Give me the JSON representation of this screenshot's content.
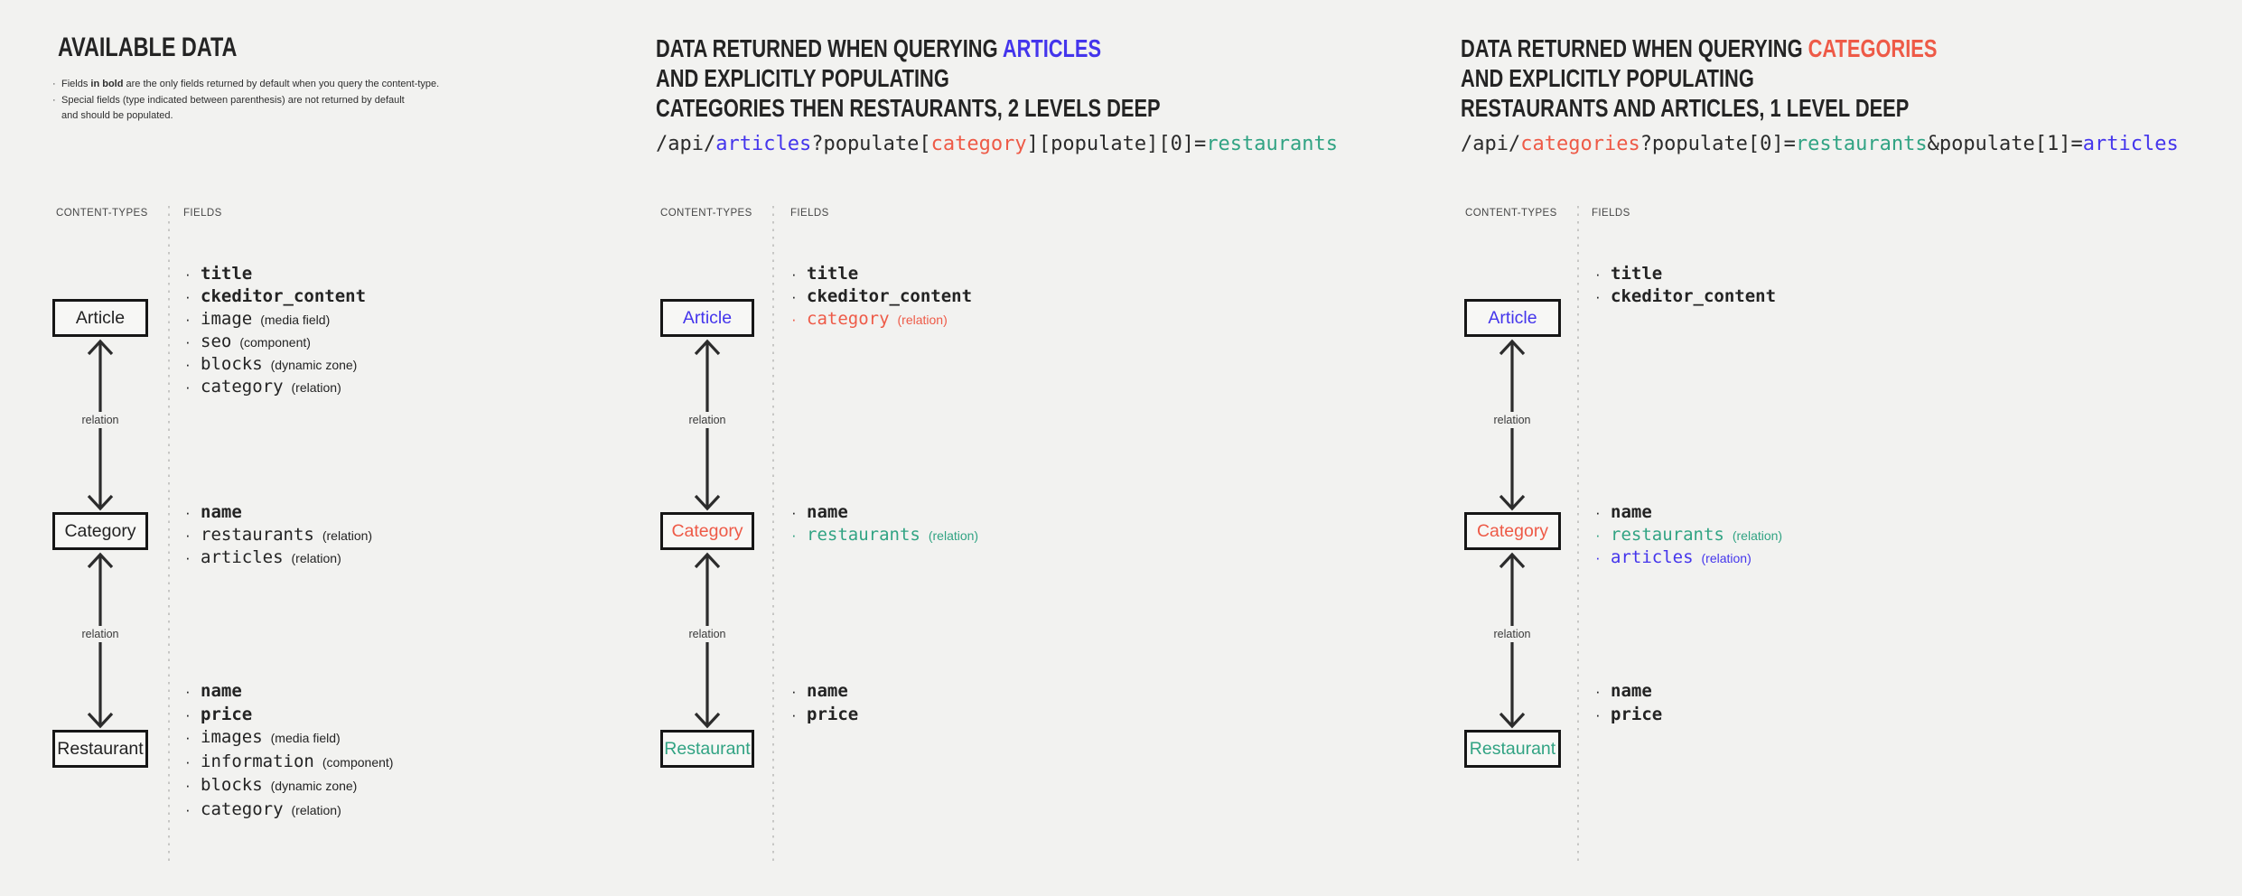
{
  "palette": {
    "background": "#f2f2f0",
    "ink": "#232323",
    "blue": "#4435ec",
    "red": "#ee5a47",
    "teal": "#31a383"
  },
  "labels": {
    "content_types": "CONTENT-TYPES",
    "fields": "FIELDS",
    "relation": "relation"
  },
  "panel1": {
    "title": "AVAILABLE DATA",
    "note1": {
      "pre": "Fields ",
      "bold": "in bold",
      "post": " are the only fields returned by default when you query the content-type."
    },
    "note2_line1": "Special fields (type indicated between parenthesis) are not returned by default",
    "note2_line2": "and should be populated.",
    "boxes": {
      "article": {
        "label": "Article",
        "color": "#232323"
      },
      "category": {
        "label": "Category",
        "color": "#232323"
      },
      "restaurant": {
        "label": "Restaurant",
        "color": "#232323"
      }
    },
    "article_fields": [
      {
        "name": "title",
        "weight": "bold"
      },
      {
        "name": "ckeditor_content",
        "weight": "bold"
      },
      {
        "name": "image",
        "type": "(media field)"
      },
      {
        "name": "seo",
        "type": "(component)"
      },
      {
        "name": "blocks",
        "type": "(dynamic zone)"
      },
      {
        "name": "category",
        "type": "(relation)"
      }
    ],
    "category_fields": [
      {
        "name": "name",
        "weight": "bold"
      },
      {
        "name": "restaurants",
        "type": "(relation)"
      },
      {
        "name": "articles",
        "type": "(relation)"
      }
    ],
    "restaurant_fields": [
      {
        "name": "name",
        "weight": "bold"
      },
      {
        "name": "price",
        "weight": "bold"
      },
      {
        "name": "images",
        "type": "(media field)"
      },
      {
        "name": "information",
        "type": "(component)"
      },
      {
        "name": "blocks",
        "type": "(dynamic zone)"
      },
      {
        "name": "category",
        "type": "(relation)"
      }
    ]
  },
  "panel2": {
    "heading_line1": [
      {
        "text": "DATA RETURNED WHEN QUERYING "
      },
      {
        "text": "ARTICLES",
        "color": "#4435ec"
      }
    ],
    "heading_line2": "AND EXPLICITLY POPULATING",
    "heading_line3": "CATEGORIES THEN RESTAURANTS, 2 LEVELS DEEP",
    "code": [
      {
        "text": "/api/"
      },
      {
        "text": "articles",
        "color": "#4435ec"
      },
      {
        "text": "?populate["
      },
      {
        "text": "category",
        "color": "#ee5a47"
      },
      {
        "text": "][populate][0]="
      },
      {
        "text": "restaurants",
        "color": "#31a383"
      }
    ],
    "boxes": {
      "article": {
        "label": "Article",
        "color": "#4435ec"
      },
      "category": {
        "label": "Category",
        "color": "#ee5a47"
      },
      "restaurant": {
        "label": "Restaurant",
        "color": "#31a383"
      }
    },
    "article_fields": [
      {
        "name": "title",
        "weight": "bold"
      },
      {
        "name": "ckeditor_content",
        "weight": "bold"
      },
      {
        "name": "category",
        "type": "(relation)",
        "color": "#ee5a47"
      }
    ],
    "category_fields": [
      {
        "name": "name",
        "weight": "bold"
      },
      {
        "name": "restaurants",
        "type": "(relation)",
        "color": "#31a383"
      }
    ],
    "restaurant_fields": [
      {
        "name": "name",
        "weight": "bold"
      },
      {
        "name": "price",
        "weight": "bold"
      }
    ]
  },
  "panel3": {
    "heading_line1": [
      {
        "text": "DATA RETURNED WHEN QUERYING "
      },
      {
        "text": "CATEGORIES",
        "color": "#ee5a47"
      }
    ],
    "heading_line2": "AND EXPLICITLY POPULATING",
    "heading_line3": "RESTAURANTS AND ARTICLES, 1 LEVEL DEEP",
    "code": [
      {
        "text": "/api/"
      },
      {
        "text": "categories",
        "color": "#ee5a47"
      },
      {
        "text": "?populate[0]="
      },
      {
        "text": "restaurants",
        "color": "#31a383"
      },
      {
        "text": "&populate[1]="
      },
      {
        "text": "articles",
        "color": "#4435ec"
      }
    ],
    "boxes": {
      "article": {
        "label": "Article",
        "color": "#4435ec"
      },
      "category": {
        "label": "Category",
        "color": "#ee5a47"
      },
      "restaurant": {
        "label": "Restaurant",
        "color": "#31a383"
      }
    },
    "article_fields": [
      {
        "name": "title",
        "weight": "bold"
      },
      {
        "name": "ckeditor_content",
        "weight": "bold"
      }
    ],
    "category_fields": [
      {
        "name": "name",
        "weight": "bold"
      },
      {
        "name": "restaurants",
        "type": "(relation)",
        "color": "#31a383"
      },
      {
        "name": "articles",
        "type": "(relation)",
        "color": "#4435ec"
      }
    ],
    "restaurant_fields": [
      {
        "name": "name",
        "weight": "bold"
      },
      {
        "name": "price",
        "weight": "bold"
      }
    ]
  }
}
